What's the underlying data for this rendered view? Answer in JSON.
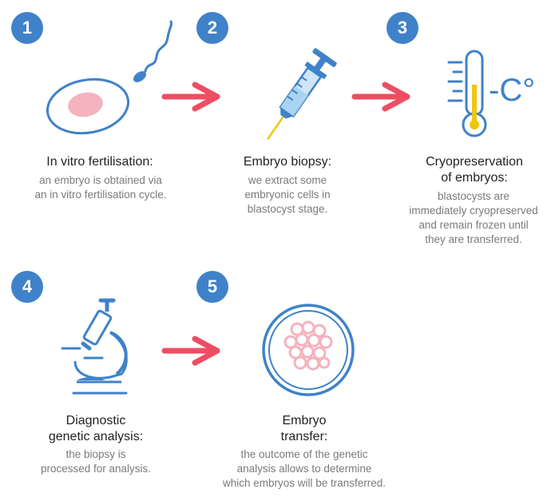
{
  "colors": {
    "accent": "#3f82c9",
    "arrow": "#ee4d62",
    "pink": "#f4b3bd",
    "yellow": "#f1c40f"
  },
  "steps": [
    {
      "number": "1",
      "icon": "petri-dish-sperm-icon",
      "title_lines": [
        "In vitro fertilisation:"
      ],
      "desc_lines": [
        "an embryo is obtained via",
        "an in vitro fertilisation cycle."
      ]
    },
    {
      "number": "2",
      "icon": "syringe-icon",
      "title_lines": [
        "Embryo biopsy:"
      ],
      "desc_lines": [
        "we extract some",
        "embryonic cells in",
        "blastocyst stage."
      ]
    },
    {
      "number": "3",
      "icon": "thermometer-icon",
      "icon_label": "-C°",
      "title_lines": [
        "Cryopreservation",
        "of embryos:"
      ],
      "desc_lines": [
        "blastocysts are",
        "immediately cryopreserved",
        "and remain frozen until",
        "they are transferred."
      ]
    },
    {
      "number": "4",
      "icon": "microscope-icon",
      "title_lines": [
        "Diagnostic",
        "genetic analysis:"
      ],
      "desc_lines": [
        "the biopsy is",
        "processed for analysis."
      ]
    },
    {
      "number": "5",
      "icon": "embryo-dish-icon",
      "title_lines": [
        "Embryo",
        "transfer:"
      ],
      "desc_lines": [
        "the outcome of the genetic",
        "analysis allows to determine",
        "which embryos will be transferred."
      ]
    }
  ]
}
